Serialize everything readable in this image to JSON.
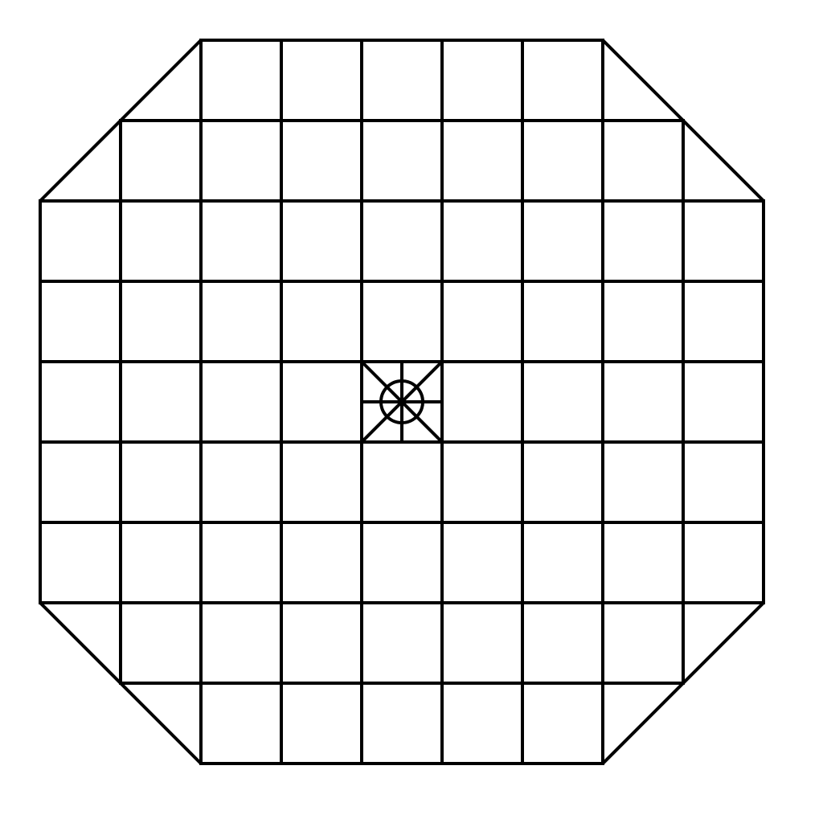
{
  "diagram": {
    "shape": "octagon",
    "columns": 9,
    "rows": 9,
    "corner_cut_cells": 2,
    "line_color": "#000000",
    "background_color": "#ffffff",
    "center_marker": {
      "type": "compass-star",
      "column": 4,
      "row": 4
    }
  }
}
